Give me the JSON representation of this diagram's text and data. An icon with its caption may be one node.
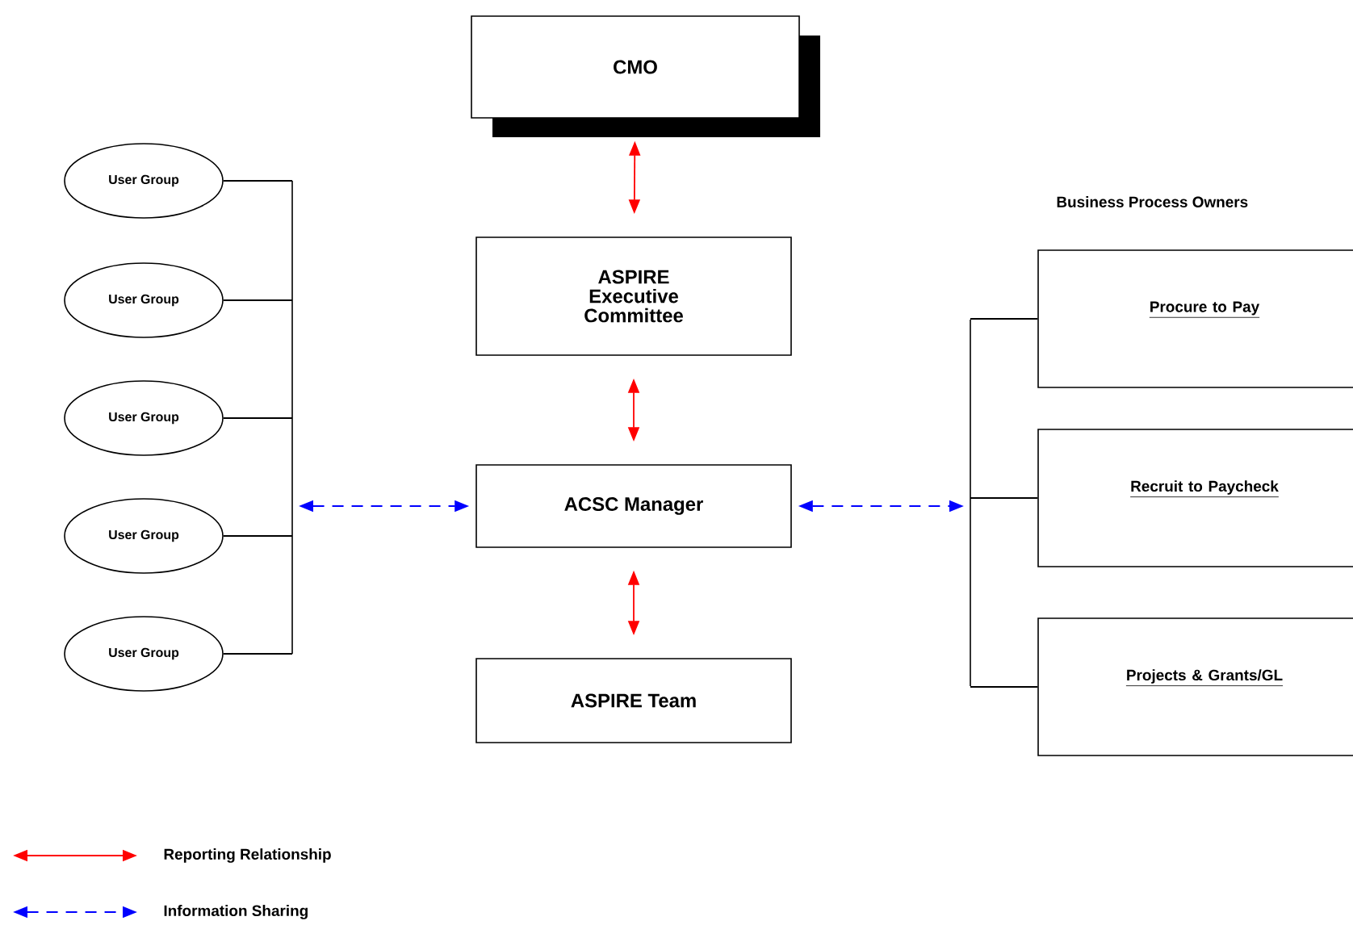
{
  "diagram": {
    "nodes": [
      {
        "text": [
          "CMO"
        ]
      },
      {
        "text": [
          "ASPIRE Executive Committee"
        ]
      },
      {
        "text": [
          "ACSC Manager"
        ]
      },
      {
        "text": [
          "ASPIRE Team"
        ]
      },
      {
        "text": [
          "User Group"
        ]
      },
      {
        "text": [
          "User Group"
        ]
      },
      {
        "text": [
          "User Group"
        ]
      },
      {
        "text": [
          "User Group"
        ]
      },
      {
        "text": [
          "User Group"
        ]
      },
      {
        "text": [
          "Procure to Pay"
        ]
      },
      {
        "text": [
          "Recruit to Paycheck"
        ]
      },
      {
        "text": [
          "Projects & Grants/GL"
        ]
      },
      {
        "text": [],
        "shape": "bar"
      },
      {
        "text": [],
        "shape": "bar"
      }
    ],
    "edges": [
      {
        "from": 0,
        "to": 1,
        "arrow": "both",
        "color": "#ff0000"
      },
      {
        "from": 1,
        "to": 2,
        "arrow": "both",
        "color": "#ff0000"
      },
      {
        "from": 2,
        "to": 3,
        "arrow": "both",
        "color": "#ff0000"
      },
      {
        "from": 4,
        "to": 12,
        "arrow": "none"
      },
      {
        "from": 5,
        "to": 12,
        "arrow": "none"
      },
      {
        "from": 6,
        "to": 12,
        "arrow": "none"
      },
      {
        "from": 7,
        "to": 12,
        "arrow": "none"
      },
      {
        "from": 8,
        "to": 12,
        "arrow": "none"
      },
      {
        "from": 12,
        "to": 2,
        "arrow": "both",
        "style": "dashed",
        "color": "#0000ff"
      },
      {
        "from": 2,
        "to": 13,
        "arrow": "both",
        "style": "dashed",
        "color": "#0000ff"
      },
      {
        "from": 13,
        "to": 9,
        "arrow": "none"
      },
      {
        "from": 13,
        "to": 10,
        "arrow": "none"
      },
      {
        "from": 13,
        "to": 11,
        "arrow": "none"
      }
    ],
    "labels": [
      "Business Process Owners"
    ],
    "legend": [
      {
        "text": "Reporting Relationship"
      },
      {
        "text": "Information Sharing"
      }
    ]
  }
}
